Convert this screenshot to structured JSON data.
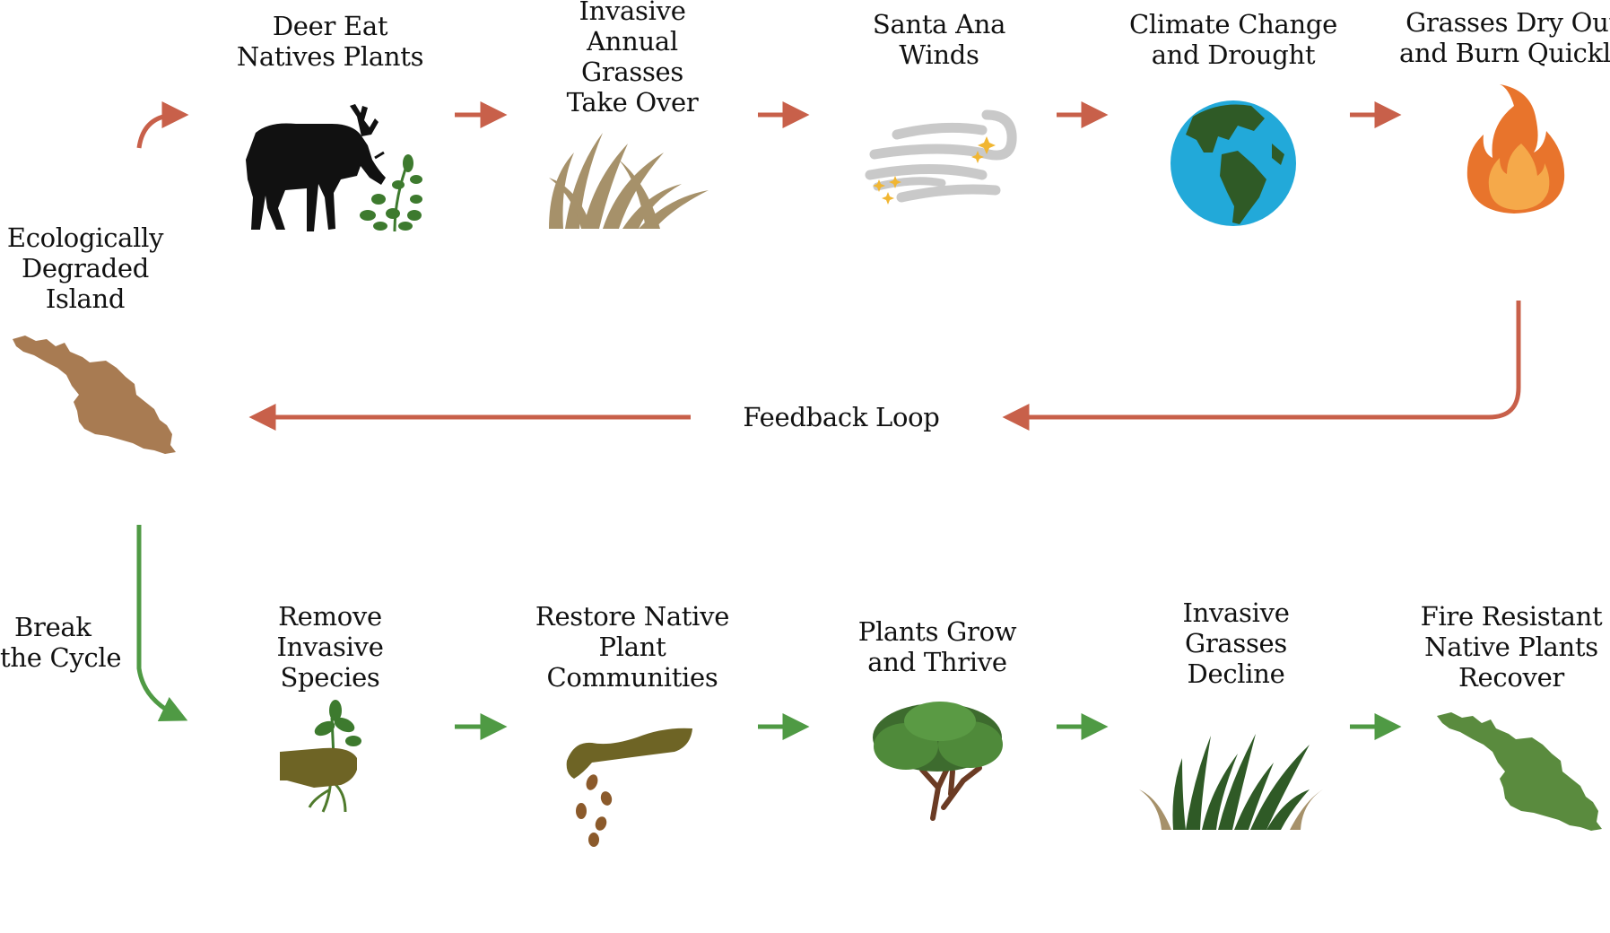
{
  "colors": {
    "problem_arrow": "#c8604a",
    "solution_arrow": "#4f9a44",
    "island_brown": "#a87b52",
    "island_green": "#5a8b3e",
    "grass_tan": "#a6916a",
    "grass_green": "#2f5a26",
    "earth_ocean": "#22a9d9",
    "earth_land": "#2f5a26",
    "fire_outer": "#e8742c",
    "fire_inner": "#f5a94a",
    "hand_olive": "#6e6425",
    "wind_gray": "#c9c9c9",
    "spark_gold": "#f1b632"
  },
  "top_row": [
    {
      "id": "deer",
      "label": [
        "Deer Eat",
        "Natives Plants"
      ],
      "icon": "deer-eating-plant-icon"
    },
    {
      "id": "invasive-grasses",
      "label": [
        "Invasive",
        "Annual",
        "Grasses",
        "Take Over"
      ],
      "icon": "dry-grass-icon"
    },
    {
      "id": "winds",
      "label": [
        "Santa Ana",
        "Winds"
      ],
      "icon": "wind-icon"
    },
    {
      "id": "climate",
      "label": [
        "Climate Change",
        "and Drought"
      ],
      "icon": "earth-globe-icon"
    },
    {
      "id": "fire",
      "label": [
        "Grasses Dry Out",
        "and Burn Quickly"
      ],
      "icon": "fire-icon"
    }
  ],
  "start": {
    "label": [
      "Ecologically",
      "Degraded",
      "Island"
    ],
    "icon": "degraded-island-icon"
  },
  "feedback_loop": {
    "label": "Feedback Loop"
  },
  "break_cycle": {
    "label": [
      "Break",
      "the Cycle"
    ]
  },
  "bottom_row": [
    {
      "id": "remove",
      "label": [
        "Remove",
        "Invasive",
        "Species"
      ],
      "icon": "hand-pulling-plant-icon"
    },
    {
      "id": "restore",
      "label": [
        "Restore Native",
        "Plant",
        "Communities"
      ],
      "icon": "hand-sowing-seeds-icon"
    },
    {
      "id": "grow",
      "label": [
        "Plants Grow",
        "and Thrive"
      ],
      "icon": "tree-icon"
    },
    {
      "id": "decline",
      "label": [
        "Invasive",
        "Grasses",
        "Decline"
      ],
      "icon": "green-grass-icon"
    },
    {
      "id": "recover",
      "label": [
        "Fire Resistant",
        "Native Plants",
        "Recover"
      ],
      "icon": "recovered-island-icon"
    }
  ]
}
